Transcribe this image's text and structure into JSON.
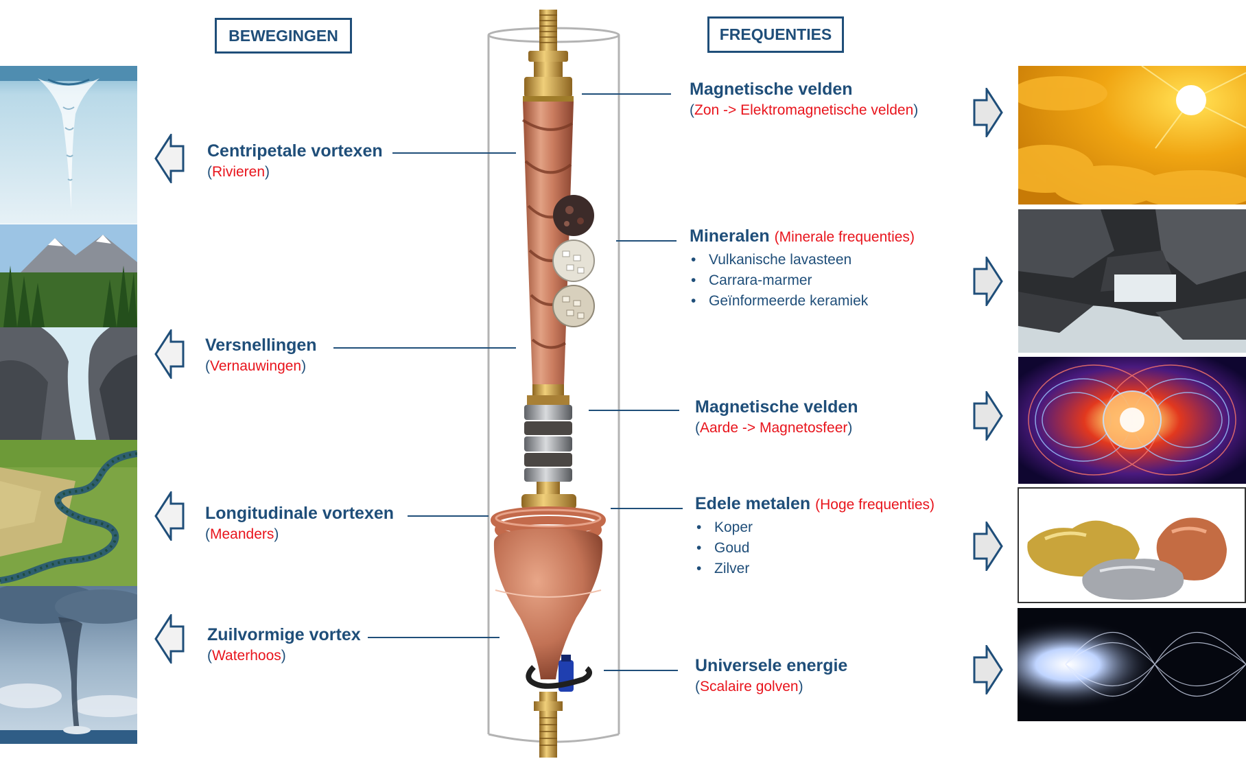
{
  "headers": {
    "left": "BEWEGINGEN",
    "right": "FREQUENTIES"
  },
  "left_items": [
    {
      "title": "Centripetale vortexen",
      "example": "Rivieren",
      "image": "water-vortex-photo"
    },
    {
      "title": "Versnellingen",
      "example": "Vernauwingen",
      "image": "mountain-river-gorge-photo"
    },
    {
      "title": "Longitudinale vortexen",
      "example": "Meanders",
      "image": "meandering-river-photo"
    },
    {
      "title": "Zuilvormige vortex",
      "example": "Waterhoos",
      "image": "waterspout-photo"
    }
  ],
  "right_items": [
    {
      "title": "Magnetische velden",
      "example": "Zon -> Elektromagnetische velden",
      "image": "sun-clouds-photo"
    },
    {
      "title": "Mineralen",
      "example": "Minerale frequenties",
      "bullets": [
        "Vulkanische lavasteen",
        "Carrara-marmer",
        "Geïnformeerde keramiek"
      ],
      "image": "rocky-stream-photo"
    },
    {
      "title": "Magnetische velden",
      "example": "Aarde -> Magnetosfeer",
      "image": "earth-magnetosphere-photo"
    },
    {
      "title": "Edele metalen",
      "example": "Hoge frequenties",
      "bullets": [
        "Koper",
        "Goud",
        "Zilver"
      ],
      "image": "precious-metal-nuggets-photo"
    },
    {
      "title": "Universele energie",
      "example": "Scalaire golven",
      "image": "scalar-waves-photo"
    }
  ],
  "parens": {
    "open": "(",
    "close": ")"
  },
  "colors": {
    "navy": "#1f4e79",
    "red": "#e8141c",
    "copper": "#c97b5e",
    "brass": "#c8a04a"
  }
}
